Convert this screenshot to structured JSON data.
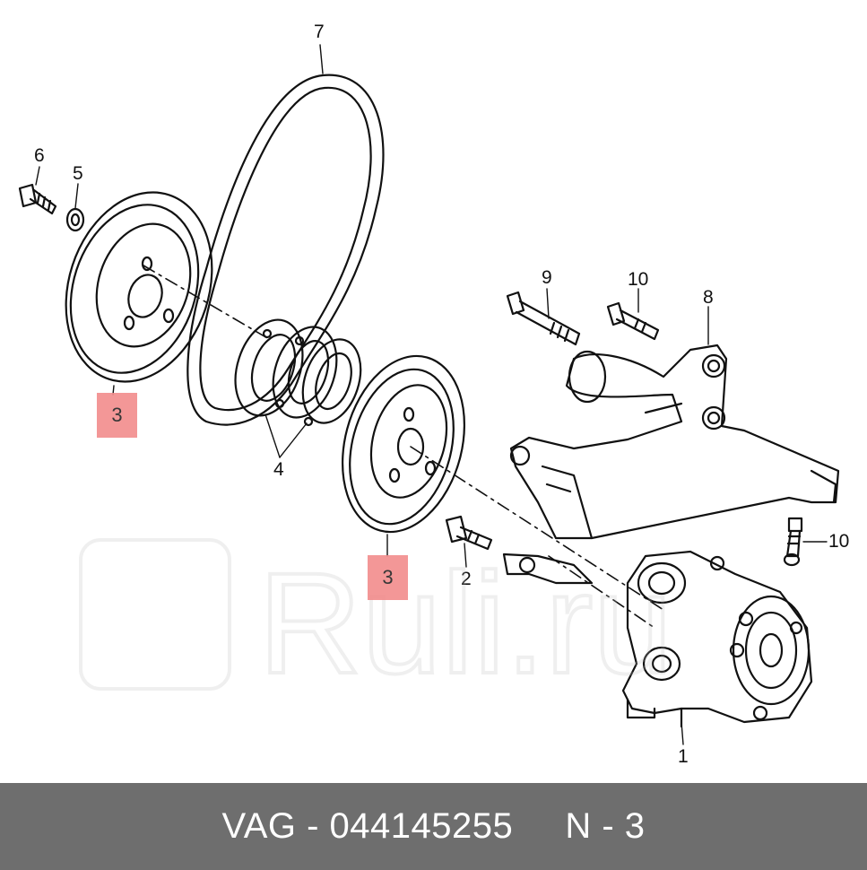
{
  "diagram": {
    "callouts": {
      "c7": "7",
      "c6": "6",
      "c5": "5",
      "c9": "9",
      "c10a": "10",
      "c8": "8",
      "c4": "4",
      "c10b": "10",
      "c2": "2",
      "c1": "1"
    },
    "highlighted_part": "3"
  },
  "watermark": {
    "text": "Ruli.ru"
  },
  "footer": {
    "text": "VAG - 044145255     N - 3"
  },
  "colors": {
    "highlight": "#f28c8c",
    "footer_bg": "#6e6e6e",
    "line": "#111111"
  }
}
